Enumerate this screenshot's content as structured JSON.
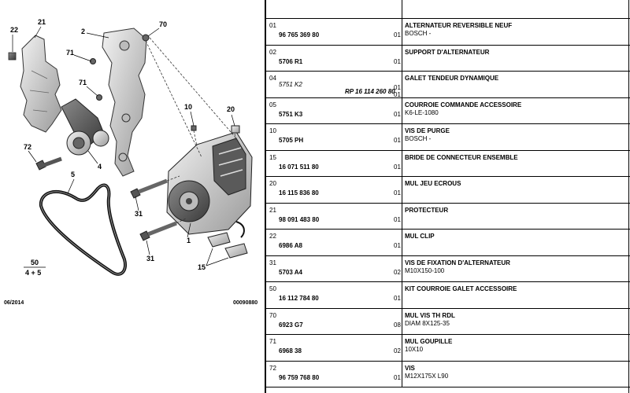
{
  "diagram": {
    "callouts": {
      "c22": "22",
      "c21": "21",
      "c2": "2",
      "c70": "70",
      "c71a": "71",
      "c71b": "71",
      "c10": "10",
      "c20": "20",
      "c72": "72",
      "c4": "4",
      "c5": "5",
      "c31a": "31",
      "c31b": "31",
      "c1": "1",
      "c15": "15"
    },
    "group_label_top": "50",
    "group_label_bottom": "4 + 5",
    "date": "06/2014",
    "diagram_code": "00090880"
  },
  "parts": [
    {
      "ref": "01",
      "part_number": "96 765 369 80",
      "qty": "01",
      "description": "ALTERNATEUR REVERSIBLE NEUF",
      "detail": "BOSCH -"
    },
    {
      "ref": "02",
      "part_number": "5706 R1",
      "qty": "01",
      "description": "SUPPORT D'ALTERNATEUR",
      "detail": ""
    },
    {
      "ref": "04",
      "part_number": "5751 K2",
      "part_number_replaced": true,
      "replacement": "RP 16 114 260 80",
      "qty": "01",
      "qty2": "01",
      "description": "GALET TENDEUR DYNAMIQUE",
      "detail": ""
    },
    {
      "ref": "05",
      "part_number": "5751 K3",
      "qty": "01",
      "description": "COURROIE COMMANDE ACCESSOIRE",
      "detail": "K6-LE-1080"
    },
    {
      "ref": "10",
      "part_number": "5705 PH",
      "qty": "01",
      "description": "VIS DE PURGE",
      "detail": "BOSCH -"
    },
    {
      "ref": "15",
      "part_number": "16 071 511 80",
      "qty": "01",
      "description": "BRIDE DE CONNECTEUR ENSEMBLE",
      "detail": ""
    },
    {
      "ref": "20",
      "part_number": "16 115 836 80",
      "qty": "01",
      "description": "MUL JEU ECROUS",
      "detail": ""
    },
    {
      "ref": "21",
      "part_number": "98 091 483 80",
      "qty": "01",
      "description": "PROTECTEUR",
      "detail": ""
    },
    {
      "ref": "22",
      "part_number": "6986 A8",
      "qty": "01",
      "description": "MUL CLIP",
      "detail": ""
    },
    {
      "ref": "31",
      "part_number": "5703 A4",
      "qty": "02",
      "description": "VIS DE FIXATION D'ALTERNATEUR",
      "detail": "M10X150-100"
    },
    {
      "ref": "50",
      "part_number": "16 112 784 80",
      "qty": "01",
      "description": "KIT COURROIE GALET ACCESSOIRE",
      "detail": ""
    },
    {
      "ref": "70",
      "part_number": "6923 G7",
      "qty": "08",
      "description": "MUL VIS TH RDL",
      "detail": "DIAM 8X125-35"
    },
    {
      "ref": "71",
      "part_number": "6968 38",
      "qty": "02",
      "description": "MUL GOUPILLE",
      "detail": "10X10"
    },
    {
      "ref": "72",
      "part_number": "96 759 768 80",
      "qty": "01",
      "description": "VIS",
      "detail": "M12X175X L90"
    }
  ]
}
